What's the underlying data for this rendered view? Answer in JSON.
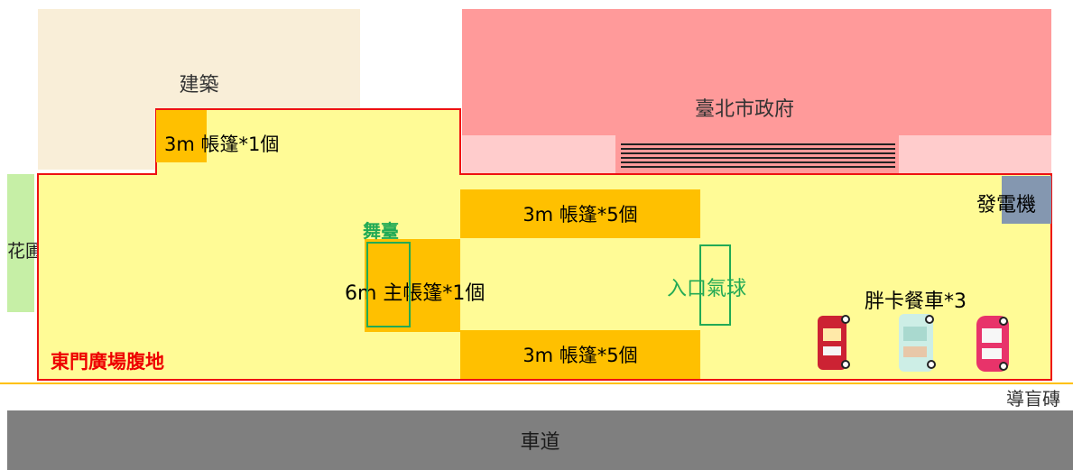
{
  "areas": {
    "building": "建築",
    "city_hall": "臺北市政府",
    "garden": "花圃",
    "plaza": "東門廣場腹地",
    "road": "車道",
    "tactile_paving": "導盲磚"
  },
  "items": {
    "tent_3m_x1": "3m 帳篷*1個",
    "tent_3m_x5_top": "3m 帳篷*5個",
    "tent_3m_x5_bottom": "3m 帳篷*5個",
    "main_tent": "6m 主帳篷*1個",
    "stage": "舞臺",
    "entrance_balloon": "入口氣球",
    "generator": "發電機",
    "food_trucks": "胖卡餐車*3"
  },
  "colors": {
    "building": "#f9eed8",
    "city_hall": "#ff9a9a",
    "city_hall_front": "#ffcccc",
    "plaza_fill": "#fffb96",
    "plaza_border": "#ee1111",
    "tent": "#ffc000",
    "garden": "#c6efa6",
    "generator": "#8497b0",
    "road": "#7f7f7f",
    "tactile_line": "#ffc000",
    "stage_green": "#22aa55",
    "plaza_label": "#ee0000",
    "truck_red": "#cc2233",
    "truck_mint": "#cdeee6",
    "truck_pink": "#e8336a"
  }
}
